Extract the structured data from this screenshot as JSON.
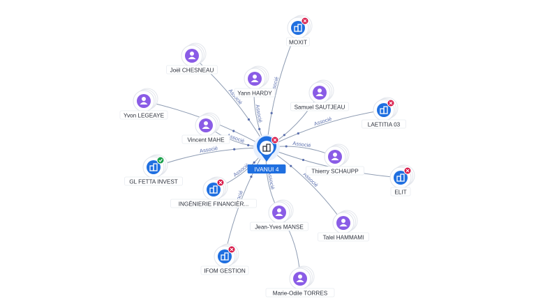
{
  "colors": {
    "person": "#8a5ce6",
    "company": "#1f6fe0",
    "edge": "#8d9bb2",
    "edge_label": "#5a6fae",
    "active_badge": "#1aa04a",
    "closed_badge": "#d81b4a",
    "center_fill": "#1f6fe0"
  },
  "center": {
    "id": "ivanui",
    "label": "IVANUI 4",
    "type": "company",
    "status": "closed"
  },
  "edge_label": "Associé",
  "nodes": [
    {
      "id": "moxit",
      "label": "MOXIT",
      "type": "company",
      "status": "closed"
    },
    {
      "id": "chesneau",
      "label": "Joël CHESNEAU",
      "type": "person",
      "status": "none"
    },
    {
      "id": "hardy",
      "label": "Yann HARDY",
      "type": "person",
      "status": "none"
    },
    {
      "id": "sautjeau",
      "label": "Samuel SAUTJEAU",
      "type": "person",
      "status": "none"
    },
    {
      "id": "laetitia",
      "label": "LAETITIA 03",
      "type": "company",
      "status": "closed"
    },
    {
      "id": "legeaye",
      "label": "Yvon LEGEAYE",
      "type": "person",
      "status": "none"
    },
    {
      "id": "mahe",
      "label": "Vincent MAHE",
      "type": "person",
      "status": "none"
    },
    {
      "id": "glfetta",
      "label": "GL FETTA INVEST",
      "type": "company",
      "status": "active"
    },
    {
      "id": "schaupp",
      "label": "Thierry SCHAUPP",
      "type": "person",
      "status": "none"
    },
    {
      "id": "elit",
      "label": "ELIT",
      "type": "company",
      "status": "closed"
    },
    {
      "id": "ingenierie",
      "label": "INGÉNIERIE FINANCIÈR...",
      "type": "company",
      "status": "closed"
    },
    {
      "id": "manse",
      "label": "Jean-Yves MANSE",
      "type": "person",
      "status": "none"
    },
    {
      "id": "hammami",
      "label": "Talel HAMMAMI",
      "type": "person",
      "status": "none"
    },
    {
      "id": "ifom",
      "label": "IFOM GESTION",
      "type": "company",
      "status": "closed"
    },
    {
      "id": "torres",
      "label": "Marie-Odile TORRES",
      "type": "person",
      "status": "none"
    }
  ],
  "edges": [
    {
      "from": "moxit",
      "to": "ivanui",
      "label": "Associé"
    },
    {
      "from": "chesneau",
      "to": "ivanui",
      "label": "Associé"
    },
    {
      "from": "hardy",
      "to": "ivanui",
      "label": "Associé"
    },
    {
      "from": "sautjeau",
      "to": "ivanui",
      "label": ""
    },
    {
      "from": "laetitia",
      "to": "ivanui",
      "label": "Associé"
    },
    {
      "from": "legeaye",
      "to": "ivanui",
      "label": ""
    },
    {
      "from": "mahe",
      "to": "ivanui",
      "label": "Associé"
    },
    {
      "from": "glfetta",
      "to": "ivanui",
      "label": "Associé"
    },
    {
      "from": "schaupp",
      "to": "ivanui",
      "label": "Associé"
    },
    {
      "from": "elit",
      "to": "ivanui",
      "label": ""
    },
    {
      "from": "ingenierie",
      "to": "ivanui",
      "label": "Associé"
    },
    {
      "from": "manse",
      "to": "ivanui",
      "label": "Associé"
    },
    {
      "from": "hammami",
      "to": "ivanui",
      "label": "Associé"
    },
    {
      "from": "ifom",
      "to": "ivanui",
      "label": "Associé"
    },
    {
      "from": "torres",
      "to": "manse",
      "label": ""
    }
  ]
}
